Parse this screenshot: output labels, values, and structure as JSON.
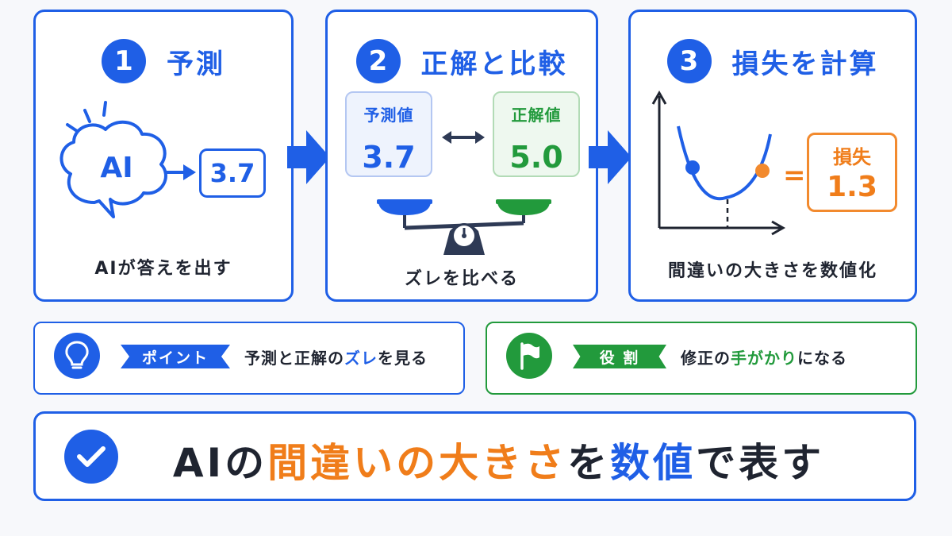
{
  "step1": {
    "num": "1",
    "title": "予測",
    "ai_label": "AI",
    "value": "3.7",
    "caption": "AIが答えを出す"
  },
  "step2": {
    "num": "2",
    "title": "正解と比較",
    "pred_label": "予測値",
    "pred_value": "3.7",
    "true_label": "正解値",
    "true_value": "5.0",
    "caption": "ズレを比べる"
  },
  "step3": {
    "num": "3",
    "title": "損失を計算",
    "eq": "=",
    "loss_label": "損失",
    "loss_value": "1.3",
    "caption": "間違いの大きさを数値化"
  },
  "point": {
    "tag": "ポイント",
    "text_a": "予測と正解の",
    "text_hl": "ズレ",
    "text_b": "を見る"
  },
  "role": {
    "tag": "役 割",
    "text_a": "修正の",
    "text_hl1": "手",
    "text_hl2": "がかり",
    "text_b": "になる"
  },
  "summary": {
    "a": "AIの",
    "b": "間違いの大きさ",
    "c": "を",
    "d": "数値",
    "e": "で表す"
  },
  "colors": {
    "blue": "#1f5fe6",
    "green": "#229a3c",
    "orange": "#f07d1a",
    "text": "#1f2430"
  }
}
